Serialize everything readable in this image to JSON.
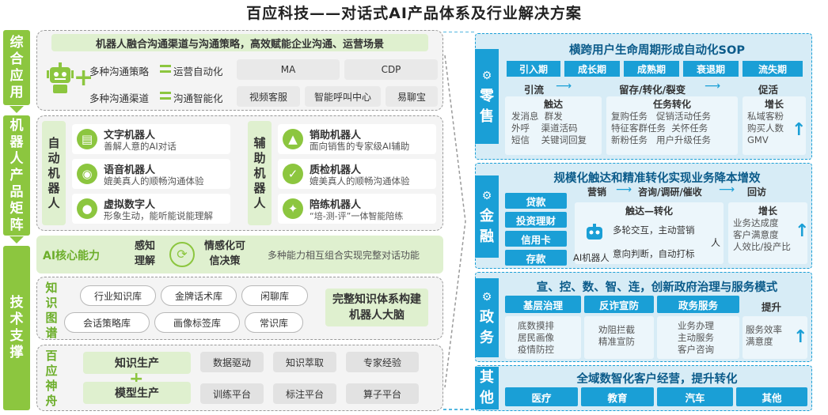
{
  "title": "百应科技——对话式AI产品体系及行业解决方案",
  "left": {
    "sections": {
      "application": "综合应用",
      "matrix": "机器人产品矩阵",
      "tech": "技术支撑"
    },
    "top": {
      "header": "机器人融合沟通渠道与沟通策略，高效赋能企业沟通、运营场景",
      "row1_left": "多种沟通策略",
      "row1_right": "运营自动化",
      "row2_left": "多种沟通渠道",
      "row2_right": "沟通智能化",
      "tags_row1": [
        "MA",
        "CDP"
      ],
      "tags_row2": [
        "视频客服",
        "智能呼叫中心",
        "易聊宝"
      ]
    },
    "auto_robots": {
      "label": "自动机器人",
      "items": [
        {
          "name": "文字机器人",
          "desc": "善解人意的AI对话"
        },
        {
          "name": "语音机器人",
          "desc": "媲美真人的顺畅沟通体验"
        },
        {
          "name": "虚拟数字人",
          "desc": "形象生动，能听能说能理解"
        }
      ]
    },
    "assist_robots": {
      "label": "辅助机器人",
      "items": [
        {
          "name": "销助机器人",
          "desc": "面向销售的专家级AI辅助"
        },
        {
          "name": "质检机器人",
          "desc": "媲美真人的顺畅沟通体验"
        },
        {
          "name": "陪练机器人",
          "desc": "“培-测-评”一体智能陪练"
        }
      ]
    },
    "ai_core": {
      "label": "AI核心能力",
      "a": "感知理解",
      "b": "情感化可信决策",
      "desc": "多种能力相互组合实现完整对话功能"
    },
    "kg": {
      "label": "知识图谱",
      "items": [
        "行业知识库",
        "金牌话术库",
        "闲聊库",
        "会话策略库",
        "画像标签库",
        "常识库"
      ],
      "result": "完整知识体系构建机器人大脑"
    },
    "shenzhou": {
      "label": "百应神舟",
      "a": "知识生产",
      "b": "模型生产",
      "items": [
        "数据驱动",
        "知识萃取",
        "专家经验",
        "训练平台",
        "标注平台",
        "算子平台"
      ]
    }
  },
  "right": {
    "retail": {
      "label": "零售",
      "title": "横跨用户生命周期形成自动化SOP",
      "stages": [
        "引入期",
        "成长期",
        "成熟期",
        "衰退期",
        "流失期"
      ],
      "flow": [
        "引流",
        "留存/转化/裂变",
        "促活"
      ],
      "boxes": [
        {
          "head": "触达",
          "lines": [
            "发消息  群发",
            "外呼    渠道活码",
            "短信    关键词回复"
          ]
        },
        {
          "head": "任务转化",
          "lines": [
            "复购任务   促销活动任务",
            "特征客群任务  关怀任务",
            "新粉任务   用户升级任务"
          ]
        },
        {
          "head": "增长",
          "lines": [
            "私域客粉",
            "购买人数",
            "GMV"
          ]
        }
      ]
    },
    "finance": {
      "label": "金融",
      "title": "规模化触达和精准转化实现业务降本增效",
      "flow": [
        "营销",
        "咨询/调研/催收",
        "回访"
      ],
      "products": [
        "贷款",
        "投资理财",
        "信用卡",
        "存款"
      ],
      "center_head": "触达—转化",
      "center_lines": [
        "多轮交互，主动营销",
        "意向判断，自动打标"
      ],
      "robot_label": "AI机器人",
      "person_label": "人",
      "growth_head": "增长",
      "growth_lines": [
        "业务达成度",
        "客户满意度",
        "人效比/投产比"
      ]
    },
    "gov": {
      "label": "政务",
      "title": "宣、控、数、智、连，创新政府治理与服务模式",
      "heads": [
        "基层治理",
        "反诈宣防",
        "政务服务",
        "提升"
      ],
      "cols": [
        [
          "底数摸排",
          "居民画像",
          "疫情防控"
        ],
        [
          "劝阻拦截",
          "精准宣防"
        ],
        [
          "业务办理",
          "主动服务",
          "客户咨询"
        ],
        [
          "服务效率",
          "满意度"
        ]
      ]
    },
    "other": {
      "label": "其他",
      "title": "全域数智化客户经营，提升转化",
      "items": [
        "医疗",
        "教育",
        "汽车",
        "其他"
      ]
    }
  }
}
